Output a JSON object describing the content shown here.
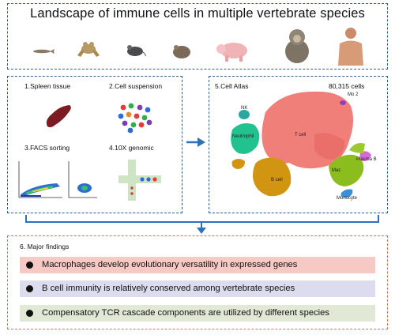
{
  "header": {
    "title": "Landscape of immune cells in multiple vertebrate species"
  },
  "species_icons": [
    "zebrafish-icon",
    "frog-icon",
    "mouse-icon",
    "hamster-icon",
    "pig-icon",
    "monkey-icon",
    "human-icon"
  ],
  "workflow": {
    "step1": "1.Spleen tissue",
    "step2": "2.Cell suspension",
    "step3": "3.FACS sorting",
    "step4": "4.10X genomic"
  },
  "atlas": {
    "title": "5.Cell Atlas",
    "count": "80,315 cells",
    "clusters": {
      "nk": "NK",
      "mo2": "Mo 2",
      "neutrophil": "Neutrophil",
      "tcell": "T cell",
      "plasmab": "Plasma B",
      "mac": "Mac",
      "bcell": "B cell",
      "monocyte": "Monocyte"
    }
  },
  "findings": {
    "title": "6. Major findings",
    "items": [
      {
        "text": "Macrophages develop evolutionary versatility in expressed genes",
        "color": "#f7c9c4"
      },
      {
        "text": "B cell immunity is relatively conserved among vertebrate species",
        "color": "#dddcef"
      },
      {
        "text": "Compensatory TCR cascade components are utilized by different species",
        "color": "#e1e8d5"
      }
    ]
  },
  "colors": {
    "frame_blue": "#2f5f93",
    "frame_red": "#e0705a",
    "arrow_blue": "#2d72b8"
  }
}
